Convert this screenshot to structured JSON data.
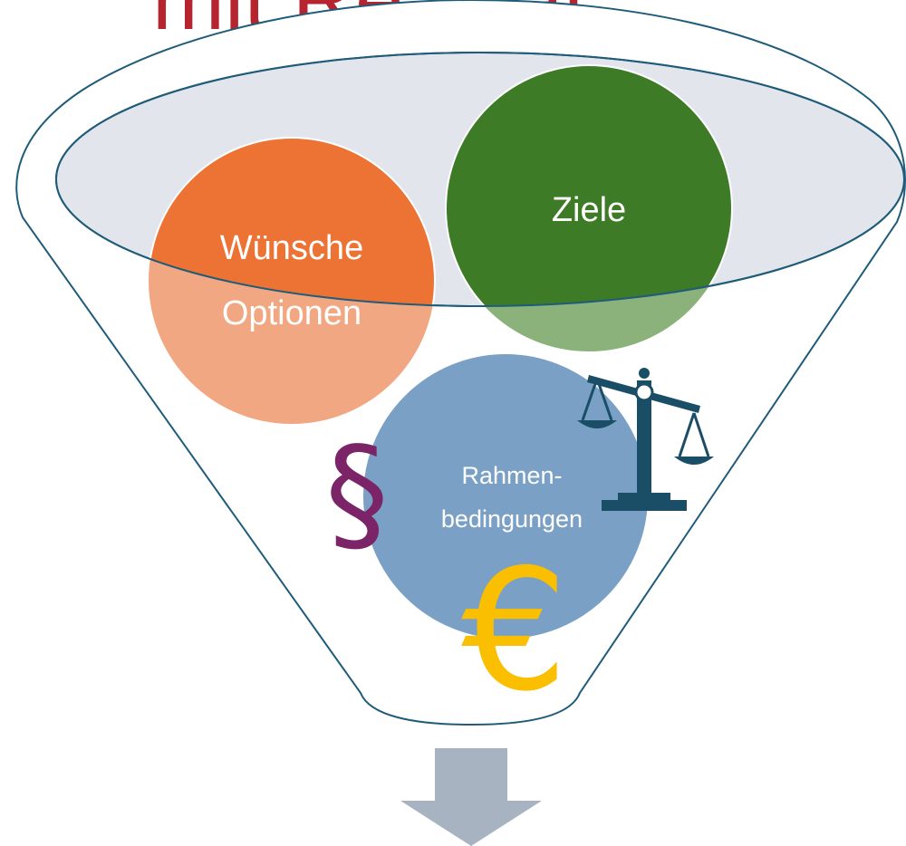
{
  "title": "mit Realität",
  "circles": {
    "wishes": {
      "line1": "Wünsche",
      "line2": "Optionen"
    },
    "goals": {
      "label": "Ziele"
    },
    "constraints": {
      "line1": "Rahmen-",
      "line2": "bedingungen"
    }
  },
  "symbols": {
    "paragraph": "§",
    "euro": "€",
    "scales": "scales-icon"
  },
  "colors": {
    "title": "#b5242f",
    "funnel_stroke": "#1f5c7a",
    "ellipse_fill": "#e2e6ec",
    "wishes_circle": "#ec7334",
    "wishes_circle_lower": "#f1a882",
    "goals_circle": "#3e7b27",
    "goals_circle_lower": "#8ab27a",
    "constraints_circle": "#7aa1c5",
    "paragraph": "#7b2468",
    "euro": "#f9bf00",
    "scales": "#1a4d66",
    "arrow": "#a8b3c1"
  }
}
